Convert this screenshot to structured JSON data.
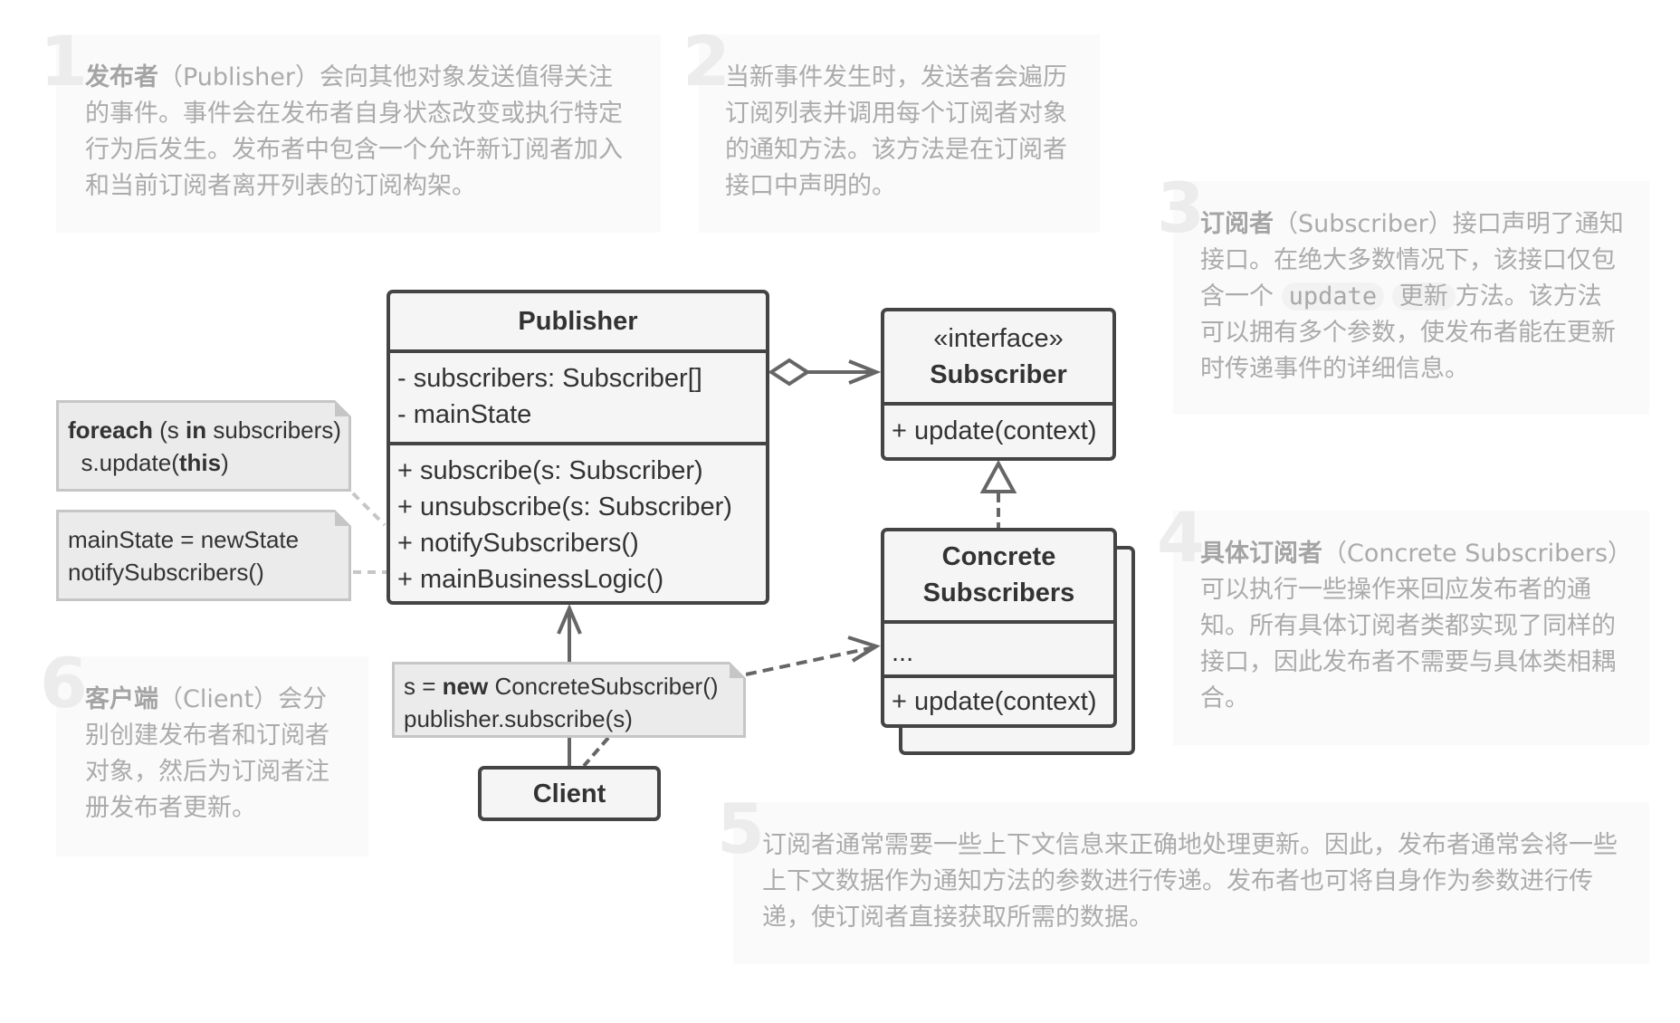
{
  "descriptions": [
    {
      "num": "1",
      "bold": "发布者",
      "text": "（Publisher）会向其他对象发送值得关注的事件。事件会在发布者自身状态改变或执行特定行为后发生。发布者中包含一个允许新订阅者加入和当前订阅者离开列表的订阅构架。"
    },
    {
      "num": "2",
      "bold": "",
      "text": "当新事件发生时，发送者会遍历订阅列表并调用每个订阅者对象的通知方法。该方法是在订阅者接口中声明的。"
    },
    {
      "num": "3",
      "bold": "订阅者",
      "text_before": "（Subscriber）接口声明了通知接口。在绝大多数情况下，该接口仅包含一个",
      "code": "update",
      "chip": "更新",
      "text_after": "方法。该方法可以拥有多个参数，使发布者能在更新时传递事件的详细信息。"
    },
    {
      "num": "4",
      "bold": "具体订阅者",
      "text": "（Concrete Subscribers）可以执行一些操作来回应发布者的通知。所有具体订阅者类都实现了同样的接口，因此发布者不需要与具体类相耦合。"
    },
    {
      "num": "5",
      "bold": "",
      "text": "订阅者通常需要一些上下文信息来正确地处理更新。因此，发布者通常会将一些上下文数据作为通知方法的参数进行传递。发布者也可将自身作为参数进行传递，使订阅者直接获取所需的数据。"
    },
    {
      "num": "6",
      "bold": "客户端",
      "text": "（Client）会分别创建发布者和订阅者对象，然后为订阅者注册发布者更新。"
    }
  ],
  "classes": {
    "publisher": {
      "name": "Publisher",
      "fields": [
        "- subscribers: Subscriber[]",
        "- mainState"
      ],
      "methods": [
        "+ subscribe(s: Subscriber)",
        "+ unsubscribe(s: Subscriber)",
        "+ notifySubscribers()",
        "+ mainBusinessLogic()"
      ]
    },
    "subscriber": {
      "stereotype": "«interface»",
      "name": "Subscriber",
      "methods": [
        "+ update(context)"
      ]
    },
    "concrete": {
      "name_line1": "Concrete",
      "name_line2": "Subscribers",
      "fields": [
        "..."
      ],
      "methods": [
        "+ update(context)"
      ]
    },
    "client": {
      "name": "Client"
    }
  },
  "notes": {
    "notify": {
      "kw1": "foreach",
      "t1": " (s ",
      "kw2": "in",
      "t2": " subscribers)",
      "line2_a": "  s.update(",
      "line2_kw": "this",
      "line2_b": ")"
    },
    "business": {
      "line1": "mainState = newState",
      "line2": "notifySubscribers()"
    },
    "client": {
      "t1": "s = ",
      "kw": "new",
      "t2": " ConcreteSubscriber()",
      "line2": "publisher.subscribe(s)"
    }
  },
  "colors": {
    "stroke": "#444444",
    "line": "#666666",
    "note_bg": "#ebebeb",
    "desc_bg": "#fafafa",
    "desc_text": "#ababab"
  }
}
